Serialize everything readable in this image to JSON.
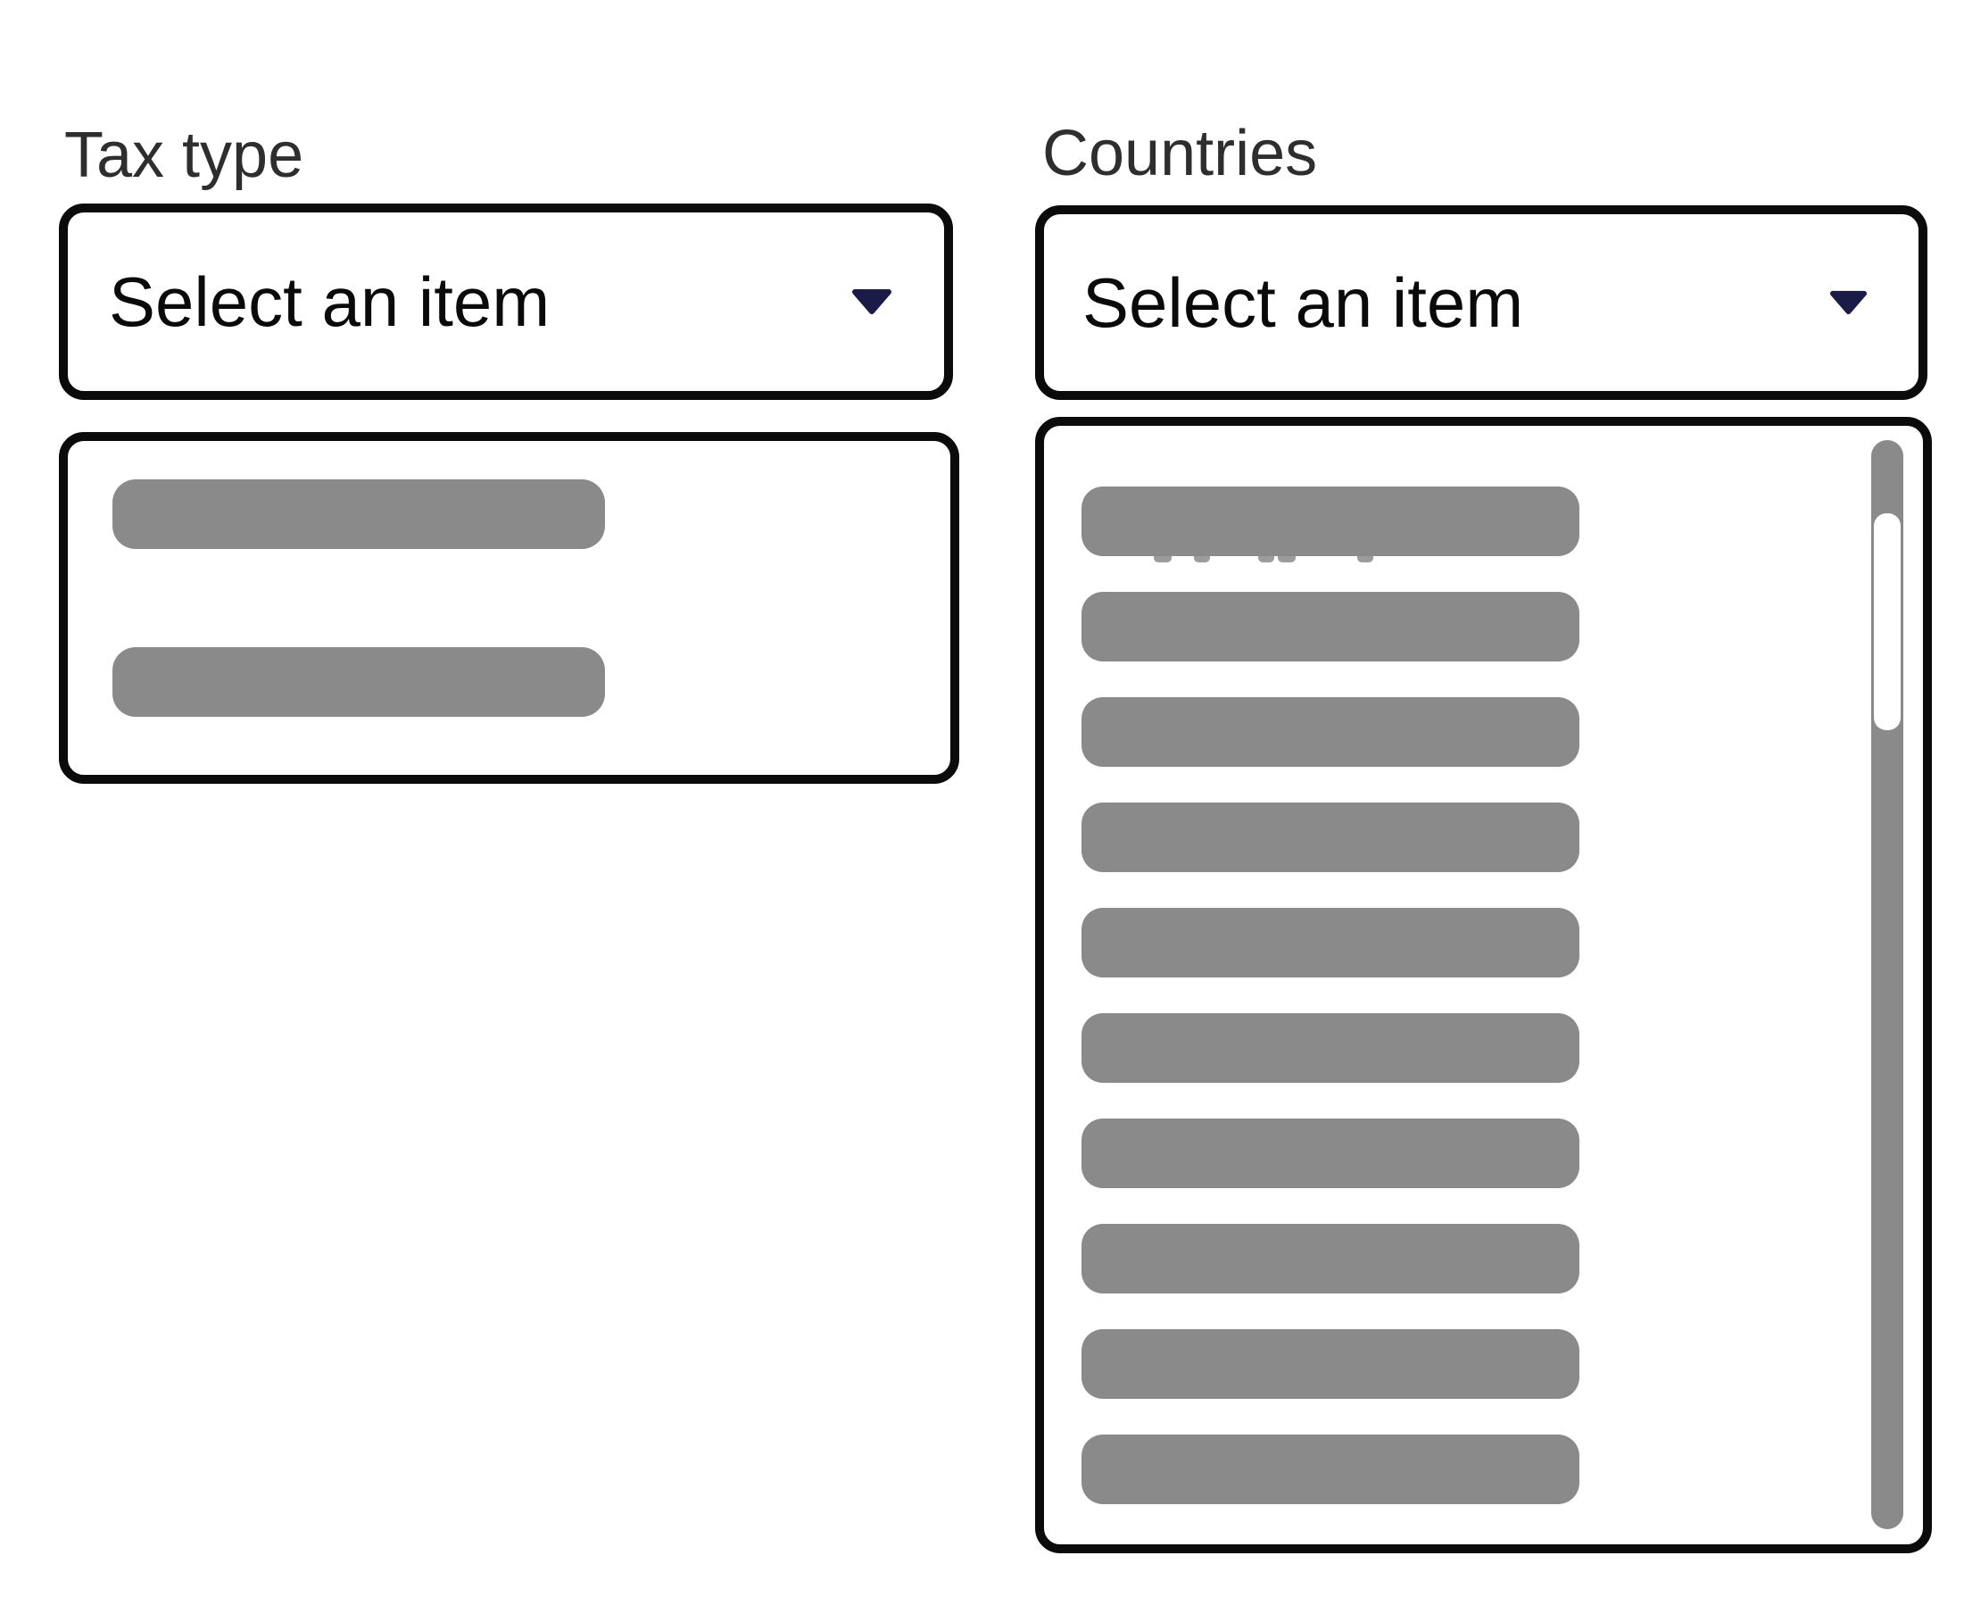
{
  "colors": {
    "background": "#ffffff",
    "border": "#0b0b0b",
    "label_text": "#2e2e2e",
    "select_text": "#0a0a0a",
    "bar": "#8a8a8a",
    "bar_ghost": "#9c9c9c",
    "arrow": "#1b1b47",
    "scrollbar_track": "#8a8a8a",
    "scrollbar_thumb": "#ffffff"
  },
  "icons": {
    "select_arrow": "chevron-down-icon"
  },
  "fields": [
    {
      "label": "Tax type",
      "placeholder": "Select an item",
      "skeleton_count": 2
    },
    {
      "label": "Countries",
      "placeholder": "Select an item",
      "skeleton_count": 10
    }
  ]
}
